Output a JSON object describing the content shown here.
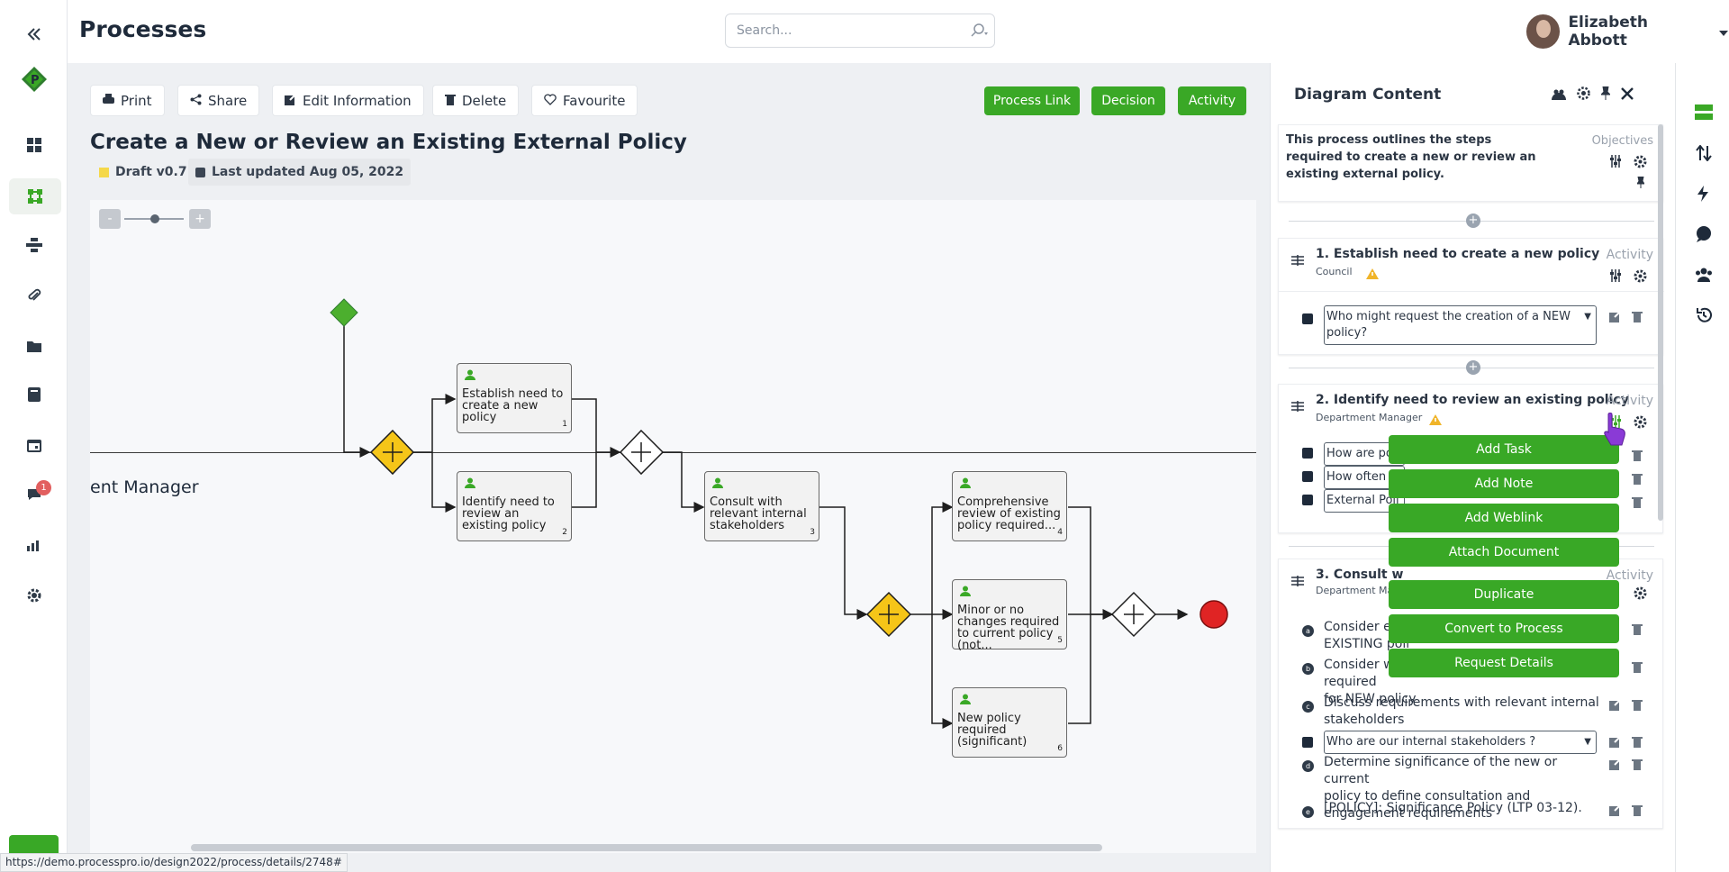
{
  "topbar": {
    "title": "Processes",
    "search_placeholder": "Search...",
    "user_name": "Elizabeth Abbott"
  },
  "rail": {
    "badge": "1"
  },
  "toolbar": {
    "print": "Print",
    "share": "Share",
    "edit": "Edit Information",
    "delete": "Delete",
    "favourite": "Favourite",
    "process_link": "Process Link",
    "decision": "Decision",
    "activity": "Activity"
  },
  "process": {
    "title": "Create a New or Review an Existing External Policy",
    "draft": "Draft v0.7",
    "updated": "Last updated Aug 05, 2022"
  },
  "diagram": {
    "lane_label": "ent Manager",
    "zoom_minus": "-",
    "zoom_plus": "+",
    "nodes": [
      {
        "text": "Establish need to create a new policy",
        "num": "1"
      },
      {
        "text": "Identify need to review an existing policy",
        "num": "2"
      },
      {
        "text": "Consult with relevant internal stakeholders",
        "num": "3"
      },
      {
        "text": "Comprehensive review of existing policy required...",
        "num": "4"
      },
      {
        "text": "Minor or no changes required to current policy (not...",
        "num": "5"
      },
      {
        "text": "New policy required (significant)",
        "num": "6"
      }
    ]
  },
  "panel": {
    "title": "Diagram Content",
    "objective": {
      "text": "This process outlines the steps required to create a new or review an existing external policy.",
      "type": "Objectives"
    },
    "a1": {
      "title": "1.  Establish need to create a new policy",
      "type": "Activity",
      "role": "Council",
      "note": "Who might request the creation of a NEW policy?"
    },
    "a2": {
      "title": "2.  Identify need to review an existing policy",
      "type": "Activity",
      "role": "Department Manager",
      "n1": "How are pol",
      "n2": "How often a",
      "n3": "External Poli"
    },
    "a3": {
      "title": "3.  Consult w",
      "type": "Activity",
      "role": "Department Ma",
      "rows": [
        {
          "b": "a",
          "t": "Consider ext\nEXISTING poli"
        },
        {
          "b": "b",
          "t": "Consider what policy statements are required\nfor NEW policy"
        },
        {
          "b": "c",
          "t": "Discuss requirements with relevant internal\nstakeholders"
        },
        {
          "b": "",
          "t": "Who are our internal stakeholders ?"
        },
        {
          "b": "d",
          "t": "Determine significance of the new or current\npolicy to define consultation and\nengagement requirements"
        },
        {
          "b": "e",
          "t": "[POLICY]: Significance Policy (LTP 03-12)."
        }
      ]
    }
  },
  "menu": {
    "items": [
      "Add Task",
      "Add Note",
      "Add Weblink",
      "Attach Document",
      "Duplicate",
      "Convert to Process",
      "Request Details"
    ]
  },
  "status_url": "https://demo.processpro.io/design2022/process/details/2748#"
}
